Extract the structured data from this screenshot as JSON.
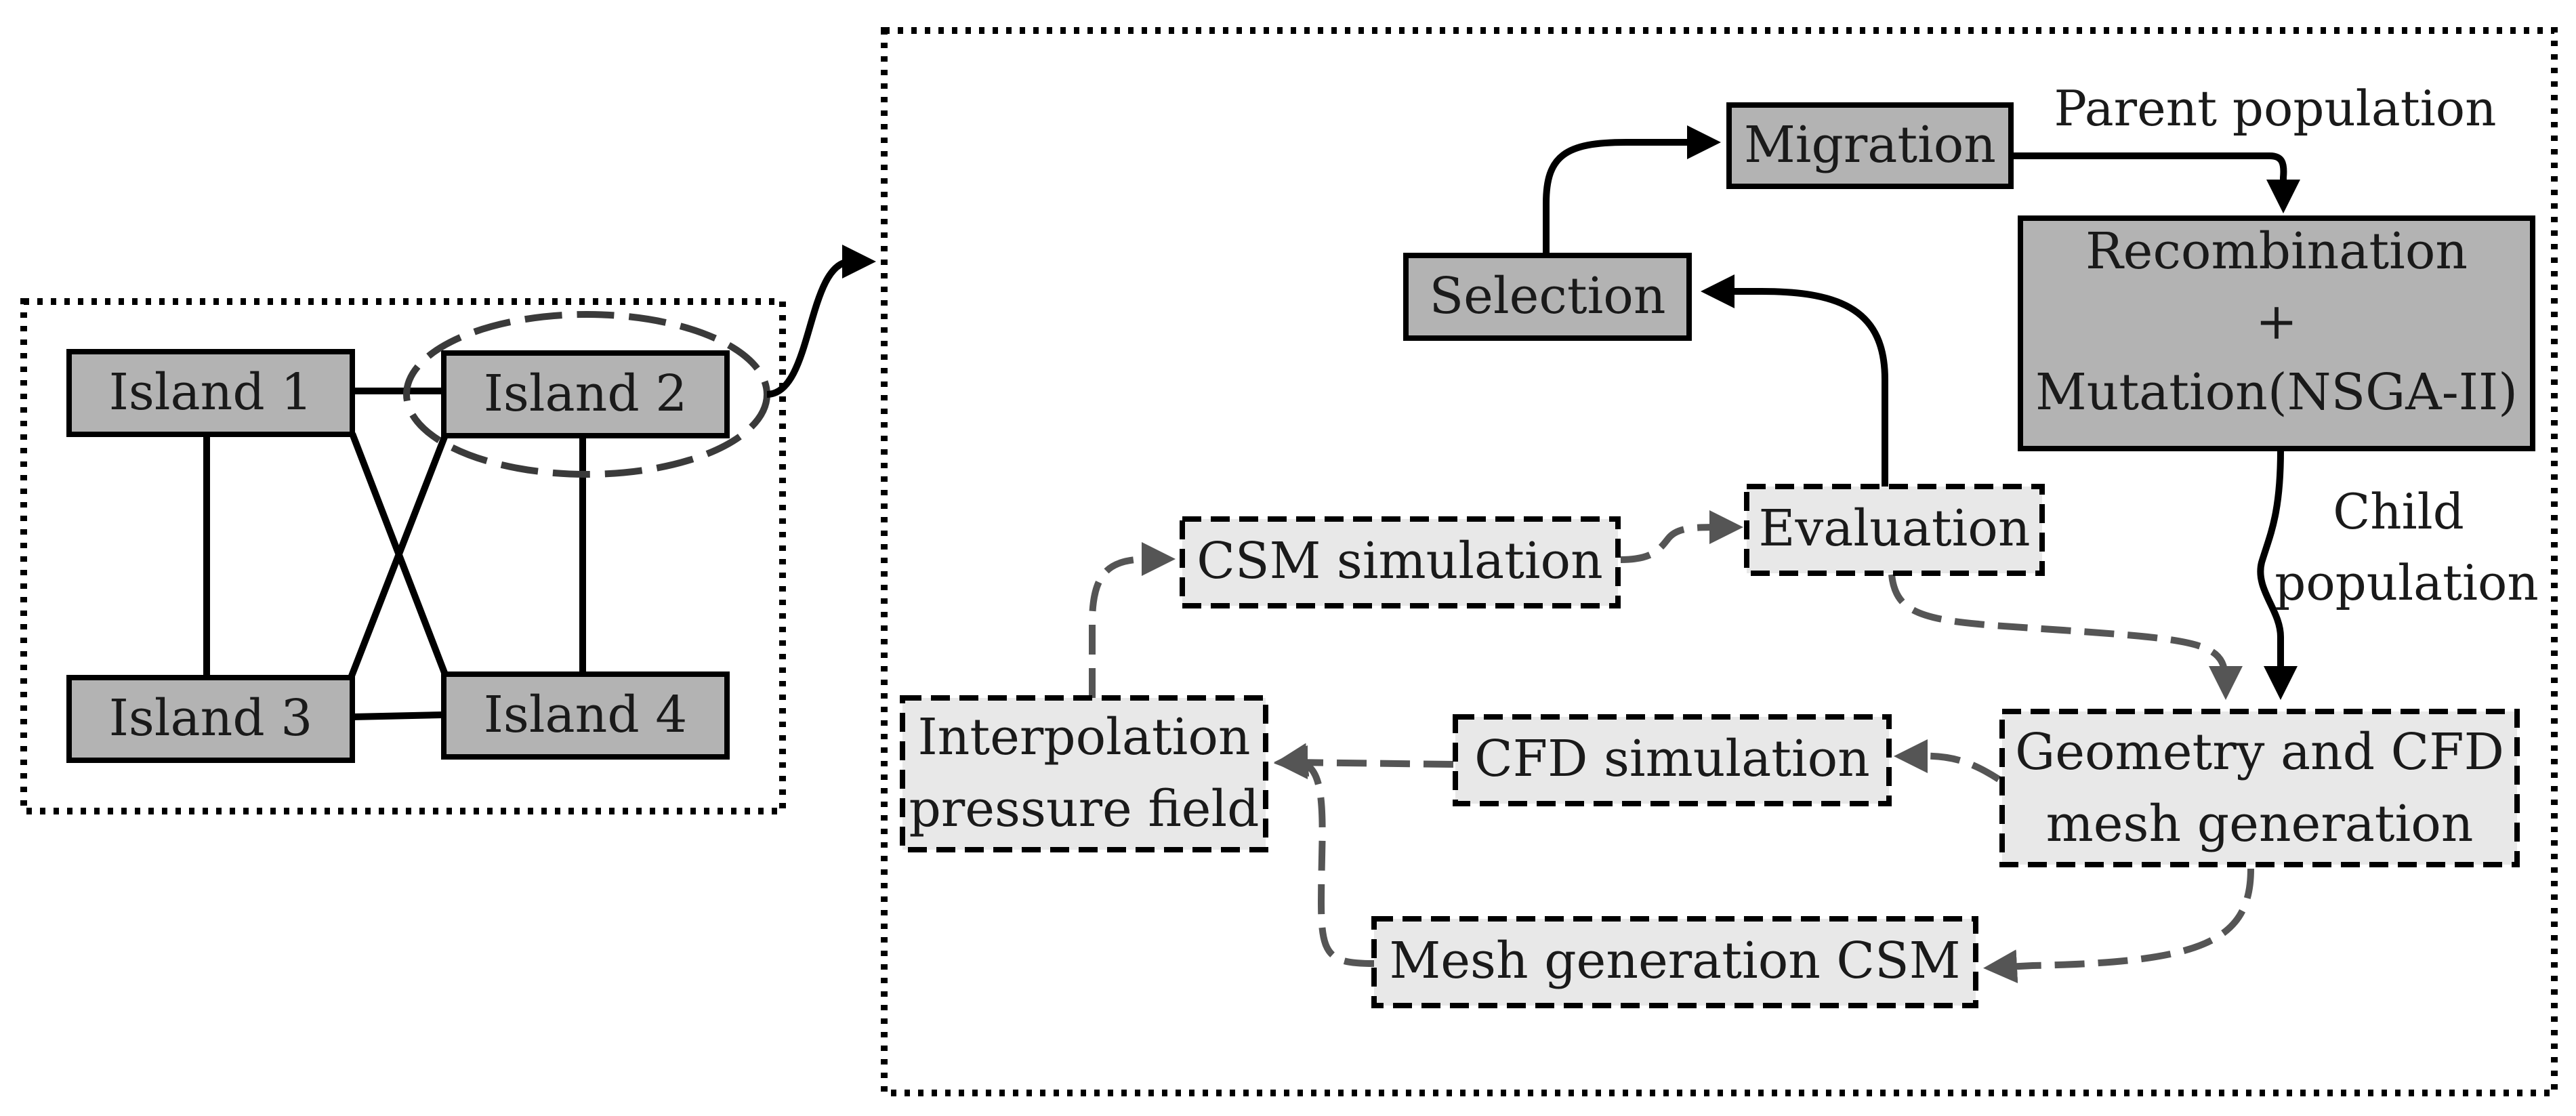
{
  "islands": {
    "island1": "Island 1",
    "island2": "Island 2",
    "island3": "Island 3",
    "island4": "Island 4"
  },
  "workflow": {
    "migration": "Migration",
    "selection": "Selection",
    "recombination_line1": "Recombination",
    "recombination_line2": "+",
    "recombination_line3": "Mutation(NSGA-II)",
    "evaluation": "Evaluation",
    "csm_simulation": "CSM simulation",
    "interpolation_line1": "Interpolation",
    "interpolation_line2": "pressure field",
    "cfd_simulation": "CFD simulation",
    "geometry_line1": "Geometry and CFD",
    "geometry_line2": "mesh generation",
    "mesh_generation_csm": "Mesh generation CSM"
  },
  "annotations": {
    "parent_population": "Parent population",
    "child_population_line1": "Child",
    "child_population_line2": "population"
  },
  "colors": {
    "solid_box_fill": "#b3b3b3",
    "dashed_box_fill": "#e8e8e8",
    "solid_arrow": "#000000",
    "dashed_arrow": "#555555"
  }
}
